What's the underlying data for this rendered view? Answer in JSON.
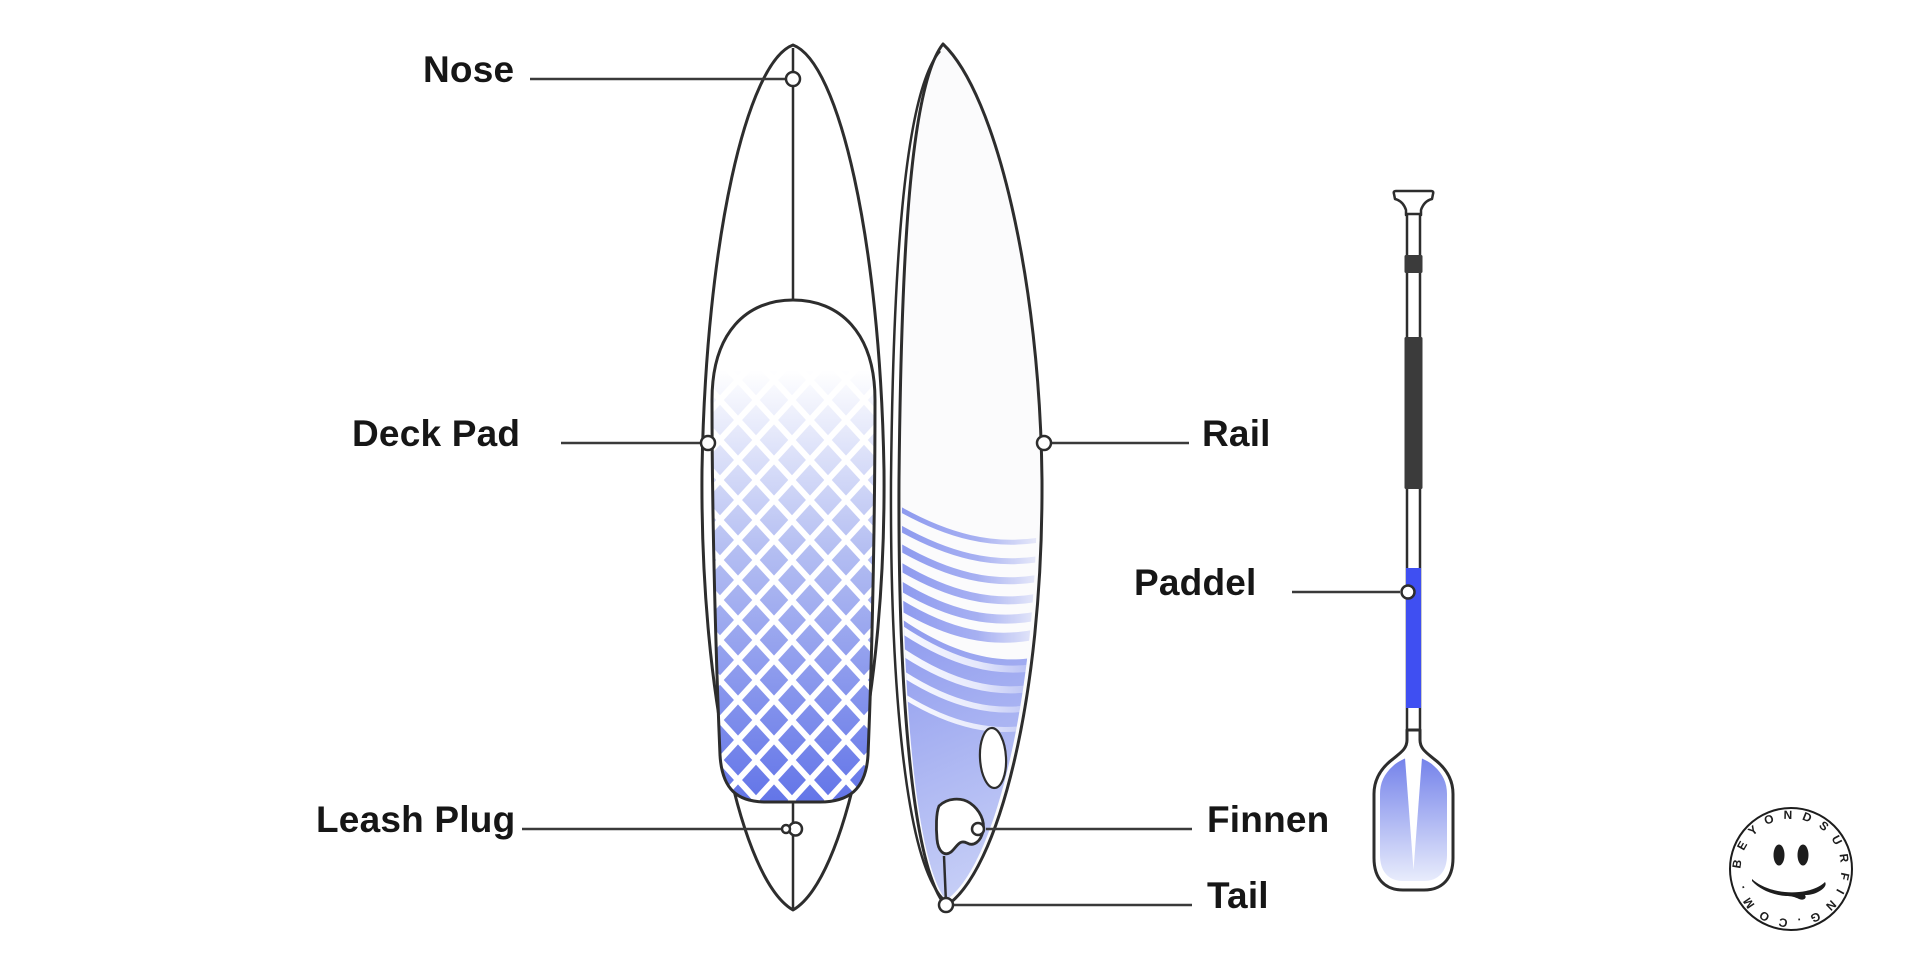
{
  "canvas": {
    "background": "#ffffff"
  },
  "labels": {
    "nose": "Nose",
    "deck_pad": "Deck Pad",
    "leash_plug": "Leash Plug",
    "rail": "Rail",
    "paddle": "Paddel",
    "fins": "Finnen",
    "tail": "Tail"
  },
  "logo": {
    "icon": "smiley-surfboard-face",
    "circle_text": "BEYONDSURFING.COM."
  },
  "colors": {
    "outline": "#2d2d2d",
    "label_text": "#161616",
    "deckpad_blue": "#6375e8",
    "paddle_blue": "#3f4ff2",
    "stripe_blue": "#8895ee",
    "bottom_blue_dark": "#8d99ee",
    "bottom_blue_light": "#ccd4f7",
    "blade_blue": "#7482ea"
  }
}
